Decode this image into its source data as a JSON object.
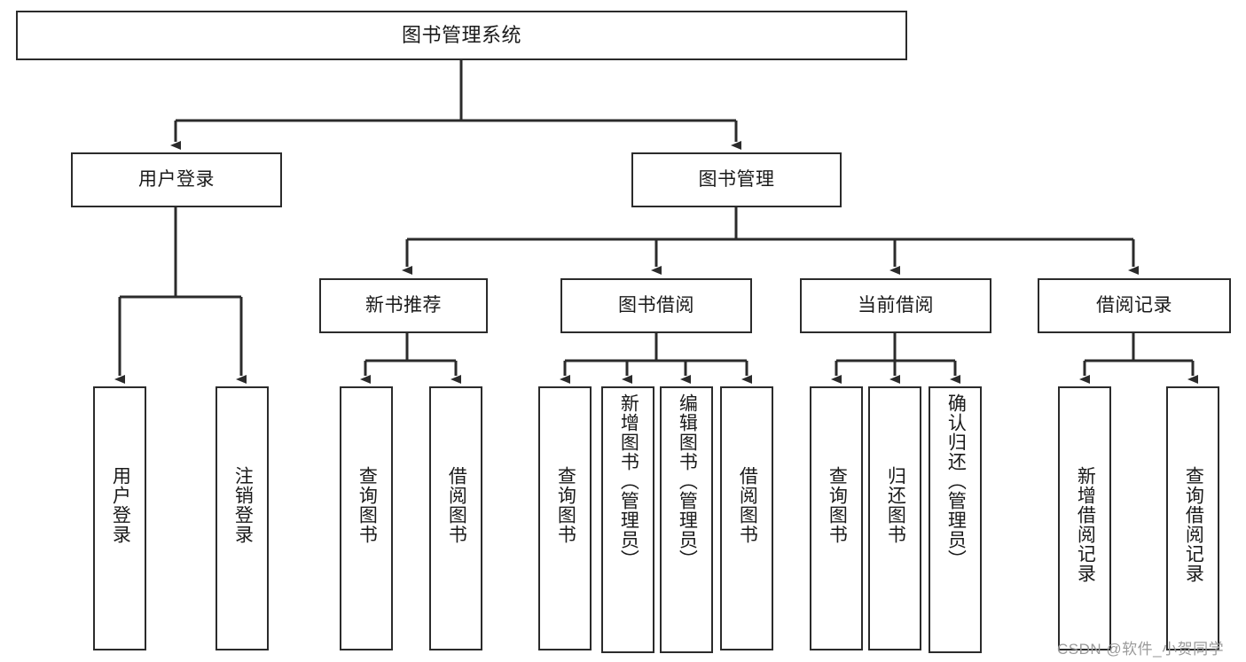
{
  "diagram": {
    "title": "图书管理系统",
    "type": "tree-hierarchy",
    "root": {
      "id": "root",
      "label": "图书管理系统"
    },
    "level2": [
      {
        "id": "user-login",
        "label": "用户登录"
      },
      {
        "id": "book-manage",
        "label": "图书管理"
      }
    ],
    "level3": [
      {
        "id": "new-book-recommend",
        "label": "新书推荐",
        "parent": "book-manage"
      },
      {
        "id": "book-borrow",
        "label": "图书借阅",
        "parent": "book-manage"
      },
      {
        "id": "current-borrow",
        "label": "当前借阅",
        "parent": "book-manage"
      },
      {
        "id": "borrow-record",
        "label": "借阅记录",
        "parent": "book-manage"
      }
    ],
    "leaves": [
      {
        "id": "leaf-user-login",
        "label": "用户登录",
        "parent": "user-login"
      },
      {
        "id": "leaf-user-logout",
        "label": "注销登录",
        "parent": "user-login"
      },
      {
        "id": "leaf-query-book-1",
        "label": "查询图书",
        "parent": "new-book-recommend"
      },
      {
        "id": "leaf-borrow-book-1",
        "label": "借阅图书",
        "parent": "new-book-recommend"
      },
      {
        "id": "leaf-query-book-2",
        "label": "查询图书",
        "parent": "book-borrow"
      },
      {
        "id": "leaf-add-book",
        "label": "新增图书（管理员）",
        "parent": "book-borrow"
      },
      {
        "id": "leaf-edit-book",
        "label": "编辑图书（管理员）",
        "parent": "book-borrow"
      },
      {
        "id": "leaf-borrow-book-2",
        "label": "借阅图书",
        "parent": "book-borrow"
      },
      {
        "id": "leaf-query-book-3",
        "label": "查询图书",
        "parent": "current-borrow"
      },
      {
        "id": "leaf-return-book",
        "label": "归还图书",
        "parent": "current-borrow"
      },
      {
        "id": "leaf-confirm-return",
        "label": "确认归还（管理员）",
        "parent": "current-borrow"
      },
      {
        "id": "leaf-add-record",
        "label": "新增借阅记录",
        "parent": "borrow-record"
      },
      {
        "id": "leaf-query-record",
        "label": "查询借阅记录",
        "parent": "borrow-record"
      }
    ],
    "watermark": "CSDN @软件_小贺同学",
    "colors": {
      "stroke": "#2b2b2b",
      "background": "#ffffff",
      "text": "#1a1a1a",
      "watermark": "#9a9a9a"
    }
  }
}
